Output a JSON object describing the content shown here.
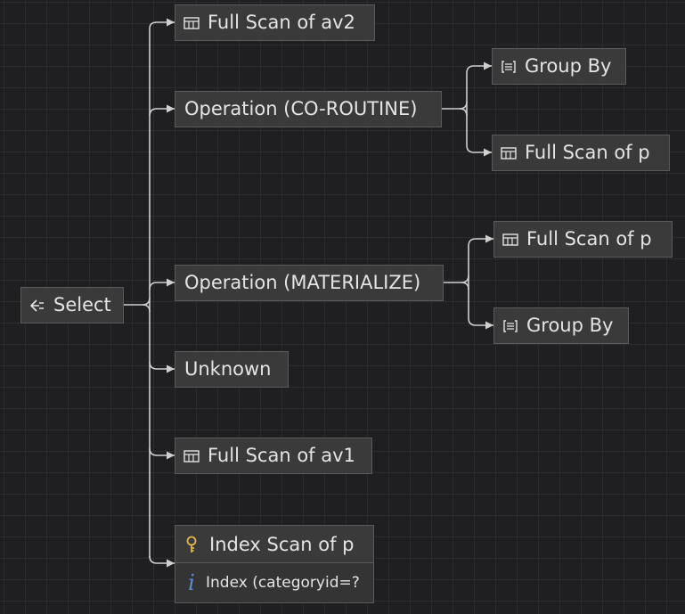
{
  "root": {
    "label": "Select",
    "icon": "return-arrow-icon"
  },
  "children": [
    {
      "label": "Full Scan of av2",
      "icon": "table-icon"
    },
    {
      "label": "Operation (CO-ROUTINE)",
      "children": [
        {
          "label": "Group By",
          "icon": "group-by-icon"
        },
        {
          "label": "Full Scan of p",
          "icon": "table-icon"
        }
      ]
    },
    {
      "label": "Operation (MATERIALIZE)",
      "children": [
        {
          "label": "Full Scan of p",
          "icon": "table-icon"
        },
        {
          "label": "Group By",
          "icon": "group-by-icon"
        }
      ]
    },
    {
      "label": "Unknown"
    },
    {
      "label": "Full Scan of av1",
      "icon": "table-icon"
    },
    {
      "label": "Index Scan of p",
      "icon": "key-icon",
      "detail": {
        "label": "Index (categoryid=?",
        "icon": "info-icon"
      }
    }
  ],
  "colors": {
    "background": "#1f1f21",
    "grid": "#2c2c2f",
    "node_fill": "#3a3a3b",
    "node_border": "#5a5a5c",
    "edge": "#cfcfcf",
    "key_icon": "#e0b44a",
    "info_icon": "#5b8fdd"
  }
}
